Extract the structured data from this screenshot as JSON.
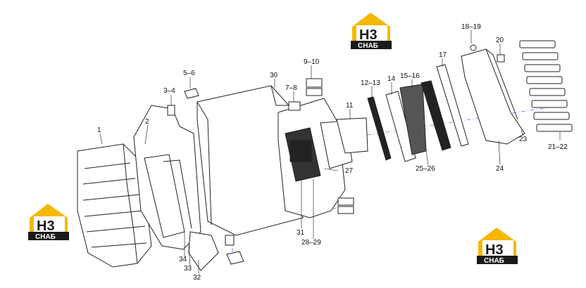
{
  "logo": {
    "mark": "H3",
    "sub": "CHAБ",
    "colors": {
      "yellow": "#f5b800",
      "dark": "#1a1a1a",
      "white": "#ffffff"
    }
  },
  "part_labels": [
    {
      "id": "p1",
      "text": "1"
    },
    {
      "id": "p2",
      "text": "2"
    },
    {
      "id": "p3-4",
      "text": "3–4"
    },
    {
      "id": "p5-6",
      "text": "5–6"
    },
    {
      "id": "p7-8",
      "text": "7–8"
    },
    {
      "id": "p9-10",
      "text": "9–10"
    },
    {
      "id": "p11",
      "text": "11"
    },
    {
      "id": "p12-13",
      "text": "12–13"
    },
    {
      "id": "p14",
      "text": "14"
    },
    {
      "id": "p15-16",
      "text": "15–16"
    },
    {
      "id": "p17",
      "text": "17"
    },
    {
      "id": "p18-19",
      "text": "18–19"
    },
    {
      "id": "p20",
      "text": "20"
    },
    {
      "id": "p21-22",
      "text": "21–22"
    },
    {
      "id": "p23",
      "text": "23"
    },
    {
      "id": "p24",
      "text": "24"
    },
    {
      "id": "p25-26",
      "text": "25–26"
    },
    {
      "id": "p27",
      "text": "27"
    },
    {
      "id": "p28-29",
      "text": "28–29"
    },
    {
      "id": "p30",
      "text": "30"
    },
    {
      "id": "p31",
      "text": "31"
    },
    {
      "id": "p32",
      "text": "32"
    },
    {
      "id": "p33",
      "text": "33"
    },
    {
      "id": "p34",
      "text": "34"
    }
  ]
}
